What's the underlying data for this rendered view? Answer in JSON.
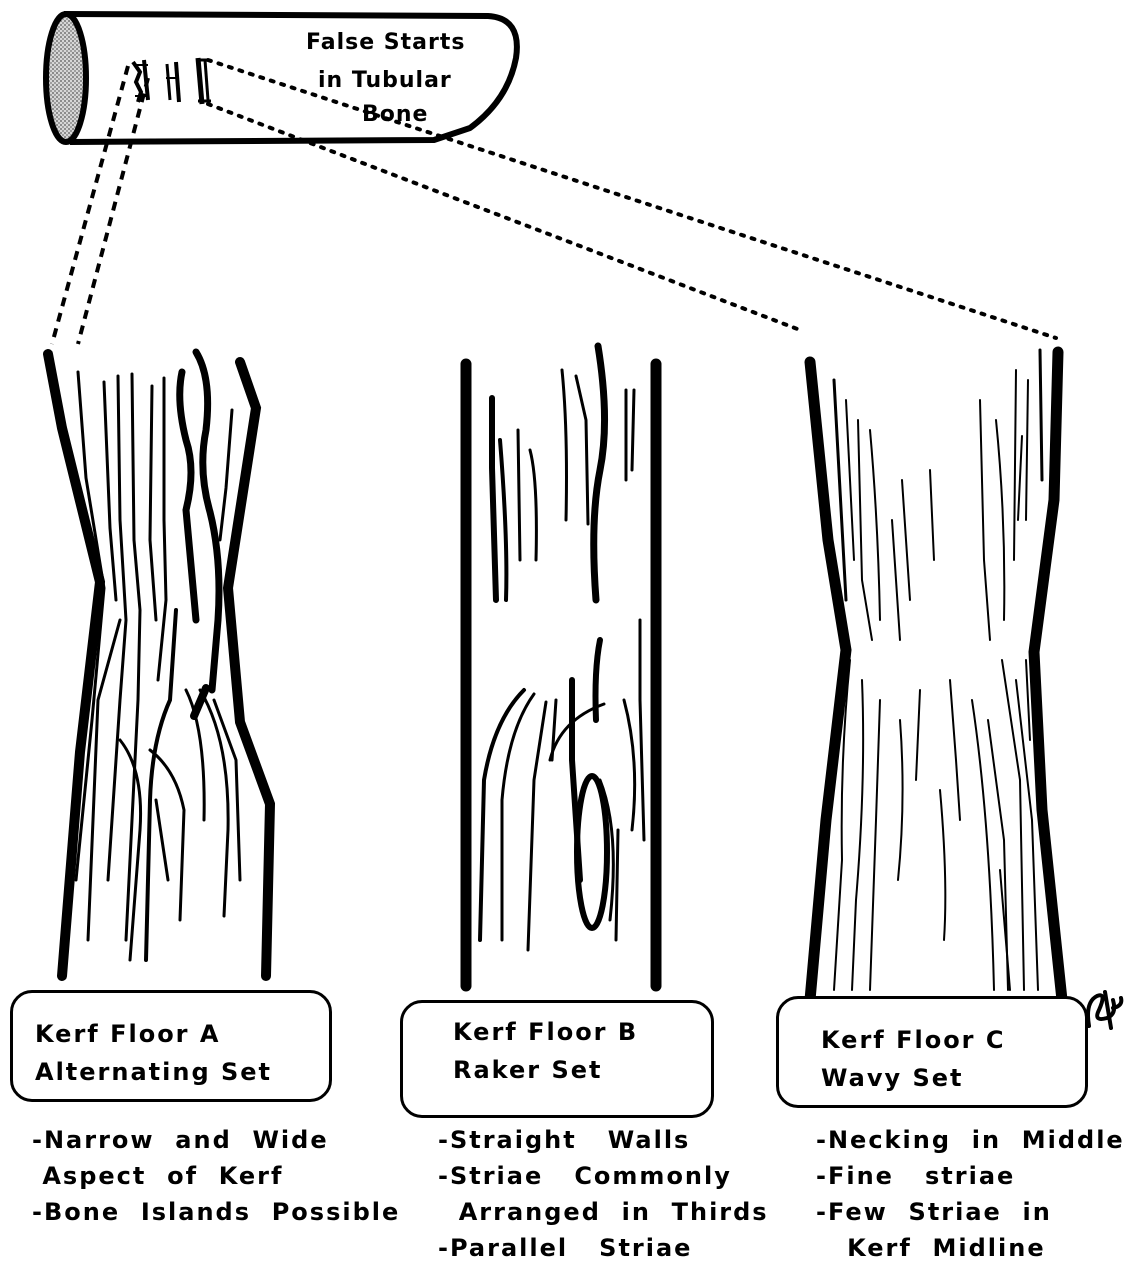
{
  "bone": {
    "label_lines": [
      "False  Starts",
      "in  Tubular",
      "Bone"
    ]
  },
  "panels": [
    {
      "id": "A",
      "box_lines": [
        "Kerf  Floor  A",
        "Alternating   Set"
      ],
      "notes": [
        "-Narrow  and  Wide",
        " Aspect  of  Kerf",
        "-Bone  Islands  Possible"
      ]
    },
    {
      "id": "B",
      "box_lines": [
        "Kerf  Floor  B",
        "Raker  Set"
      ],
      "notes": [
        "-Straight   Walls",
        "-Striae   Commonly",
        "  Arranged  in  Thirds",
        "-Parallel   Striae"
      ]
    },
    {
      "id": "C",
      "box_lines": [
        "Kerf  Floor  C",
        "Wavy  Set"
      ],
      "notes": [
        "-Necking  in  Middle",
        "-Fine   striae",
        "-Few  Striae  in",
        "   Kerf  Midline"
      ]
    }
  ],
  "colors": {
    "ink": "#000000",
    "paper": "#ffffff",
    "bone_end_fill": "#b5b5b5"
  }
}
